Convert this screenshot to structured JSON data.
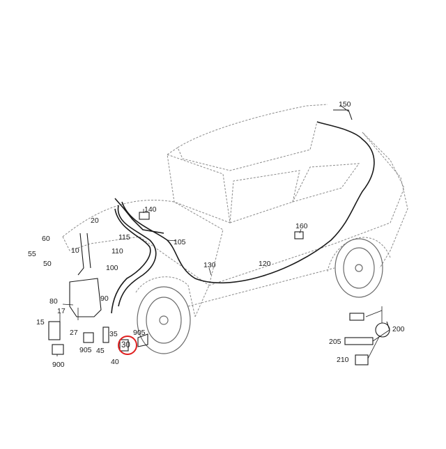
{
  "accent": {
    "highlight_color": "#e02020",
    "line_color": "#1a1a1a",
    "sketch_color": "#777777"
  },
  "callouts": {
    "p10": "10",
    "p15": "15",
    "p17": "17",
    "p20": "20",
    "p27": "27",
    "p30": "30",
    "p35": "35",
    "p40": "40",
    "p45": "45",
    "p50": "50",
    "p55": "55",
    "p60": "60",
    "p80": "80",
    "p90": "90",
    "p100": "100",
    "p105": "105",
    "p110": "110",
    "p115": "115",
    "p120": "120",
    "p130": "130",
    "p140": "140",
    "p150": "150",
    "p160": "160",
    "p200": "200",
    "p205": "205",
    "p210": "210",
    "p900": "900",
    "p905a": "905",
    "p905b": "905"
  },
  "highlighted_callout": "30"
}
